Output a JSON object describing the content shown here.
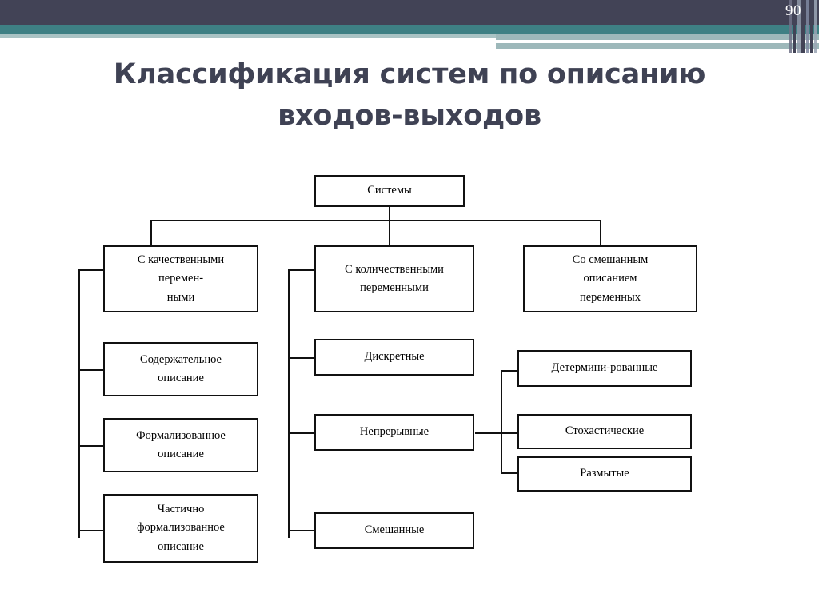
{
  "slide": {
    "page_number": "90",
    "title_line1": "Классификация систем по описанию",
    "title_line2": "входов-выходов",
    "colors": {
      "header_dark": "#424356",
      "header_teal": "#3e8084",
      "header_pale": "#a9c3c4",
      "title_text": "#3f4254",
      "node_border": "#111111",
      "node_fill": "#ffffff"
    }
  },
  "diagram": {
    "type": "tree",
    "root": {
      "label": "Системы"
    },
    "level2": [
      {
        "label": "С качественными перемен- ными"
      },
      {
        "label": "С количественными переменными"
      },
      {
        "label": "Со смешанным описанием переменных"
      }
    ],
    "qualitative_children": [
      {
        "label": "Содержательное описание"
      },
      {
        "label": "Формализованное описание"
      },
      {
        "label": "Частично формализованное описание"
      }
    ],
    "quantitative_children": [
      {
        "label": "Дискретные"
      },
      {
        "label": "Непрерывные"
      },
      {
        "label": "Смешанные"
      }
    ],
    "continuous_children": [
      {
        "label": "Детермини-рованные"
      },
      {
        "label": "Стохастические"
      },
      {
        "label": "Размытые"
      }
    ],
    "node_lines": {
      "root": [
        "Системы"
      ],
      "n_qual": [
        "С качественными",
        "перемен-",
        "ными"
      ],
      "n_quant": [
        "С количественными",
        "переменными"
      ],
      "n_mixed": [
        "Со смешанным",
        "описанием",
        "переменных"
      ],
      "n_content": [
        "Содержательное",
        "описание"
      ],
      "n_formal": [
        "Формализованное",
        "описание"
      ],
      "n_partial": [
        "Частично",
        "формализованное",
        "описание"
      ],
      "n_discrete": [
        "Дискретные"
      ],
      "n_continuous": [
        "Непрерывные"
      ],
      "n_mixed2": [
        "Смешанные"
      ],
      "n_determ": [
        "Детермини-рованные"
      ],
      "n_stoch": [
        "Стохастические"
      ],
      "n_fuzzy": [
        "Размытые"
      ]
    }
  }
}
